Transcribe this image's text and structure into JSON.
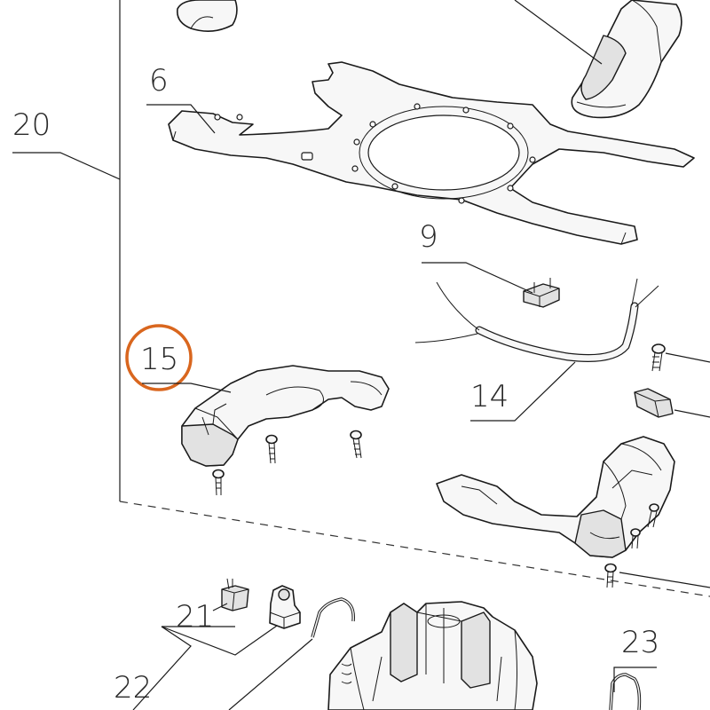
{
  "diagram": {
    "labels": {
      "l20": "20",
      "l6": "6",
      "l9": "9",
      "l14": "14",
      "l15": "15",
      "l21": "21",
      "l22": "22",
      "l23": "23"
    },
    "highlight": {
      "part": "15",
      "color": "#d9661e"
    }
  }
}
